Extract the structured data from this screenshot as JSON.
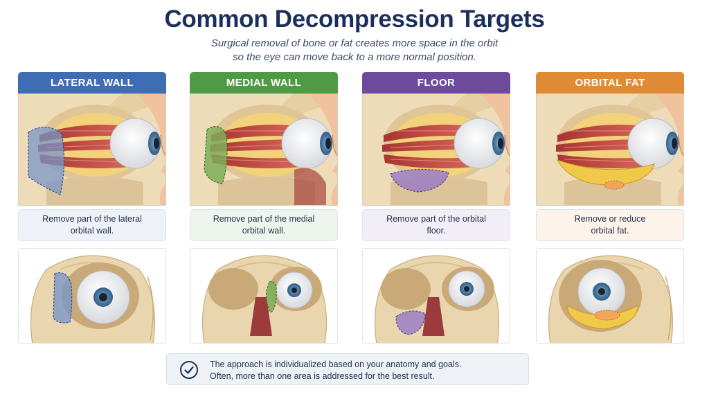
{
  "title": "Common Decompression Targets",
  "subtitle": {
    "line1": "Surgical removal of bone or fat creates more space in the orbit",
    "line2": "so the eye can move back to a more normal position."
  },
  "targets": [
    {
      "label": "LATERAL WALL",
      "color": "#3e6db4",
      "caption_bg": "#eef2f8",
      "caption": [
        "Remove part of the lateral",
        "orbital wall."
      ]
    },
    {
      "label": "MEDIAL WALL",
      "color": "#4f9a45",
      "caption_bg": "#eef5ec",
      "caption": [
        "Remove part of the medial",
        "orbital wall."
      ]
    },
    {
      "label": "FLOOR",
      "color": "#6d4a9c",
      "caption_bg": "#f1eef7",
      "caption": [
        "Remove part of the orbital",
        "floor."
      ]
    },
    {
      "label": "ORBITAL FAT",
      "color": "#e08a35",
      "caption_bg": "#fcf3ea",
      "caption": [
        "Remove or reduce",
        "orbital fat."
      ]
    }
  ],
  "footer": {
    "icon": "check-circle-icon",
    "line1": "The approach is individualized based on your anatomy and goals.",
    "line2": "Often, more than one area is addressed for the best result."
  }
}
